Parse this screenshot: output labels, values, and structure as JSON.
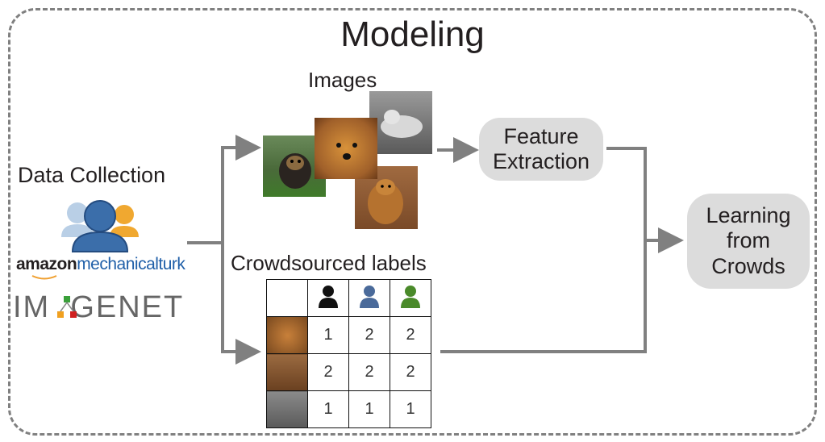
{
  "title": "Modeling",
  "labels": {
    "images": "Images",
    "data_collection": "Data Collection",
    "crowdsourced": "Crowdsourced labels"
  },
  "boxes": {
    "feature_line1": "Feature",
    "feature_line2": "Extraction",
    "learning_line1": "Learning",
    "learning_line2": "from",
    "learning_line3": "Crowds"
  },
  "logos": {
    "amazon_bold": "amazon",
    "amazon_rest": "mechanicalturk",
    "imagenet": "IM  GENET"
  },
  "table": {
    "annotator_colors": [
      "#111111",
      "#4a6a9a",
      "#4a8a2a"
    ],
    "rows": [
      {
        "image": "dog-brown",
        "labels": [
          "1",
          "2",
          "2"
        ]
      },
      {
        "image": "dog-brown-2",
        "labels": [
          "2",
          "2",
          "2"
        ]
      },
      {
        "image": "dog-gray",
        "labels": [
          "1",
          "1",
          "1"
        ]
      }
    ]
  },
  "colors": {
    "arrow": "#808080",
    "box_fill": "#dcdcdc",
    "frame": "#808080"
  }
}
